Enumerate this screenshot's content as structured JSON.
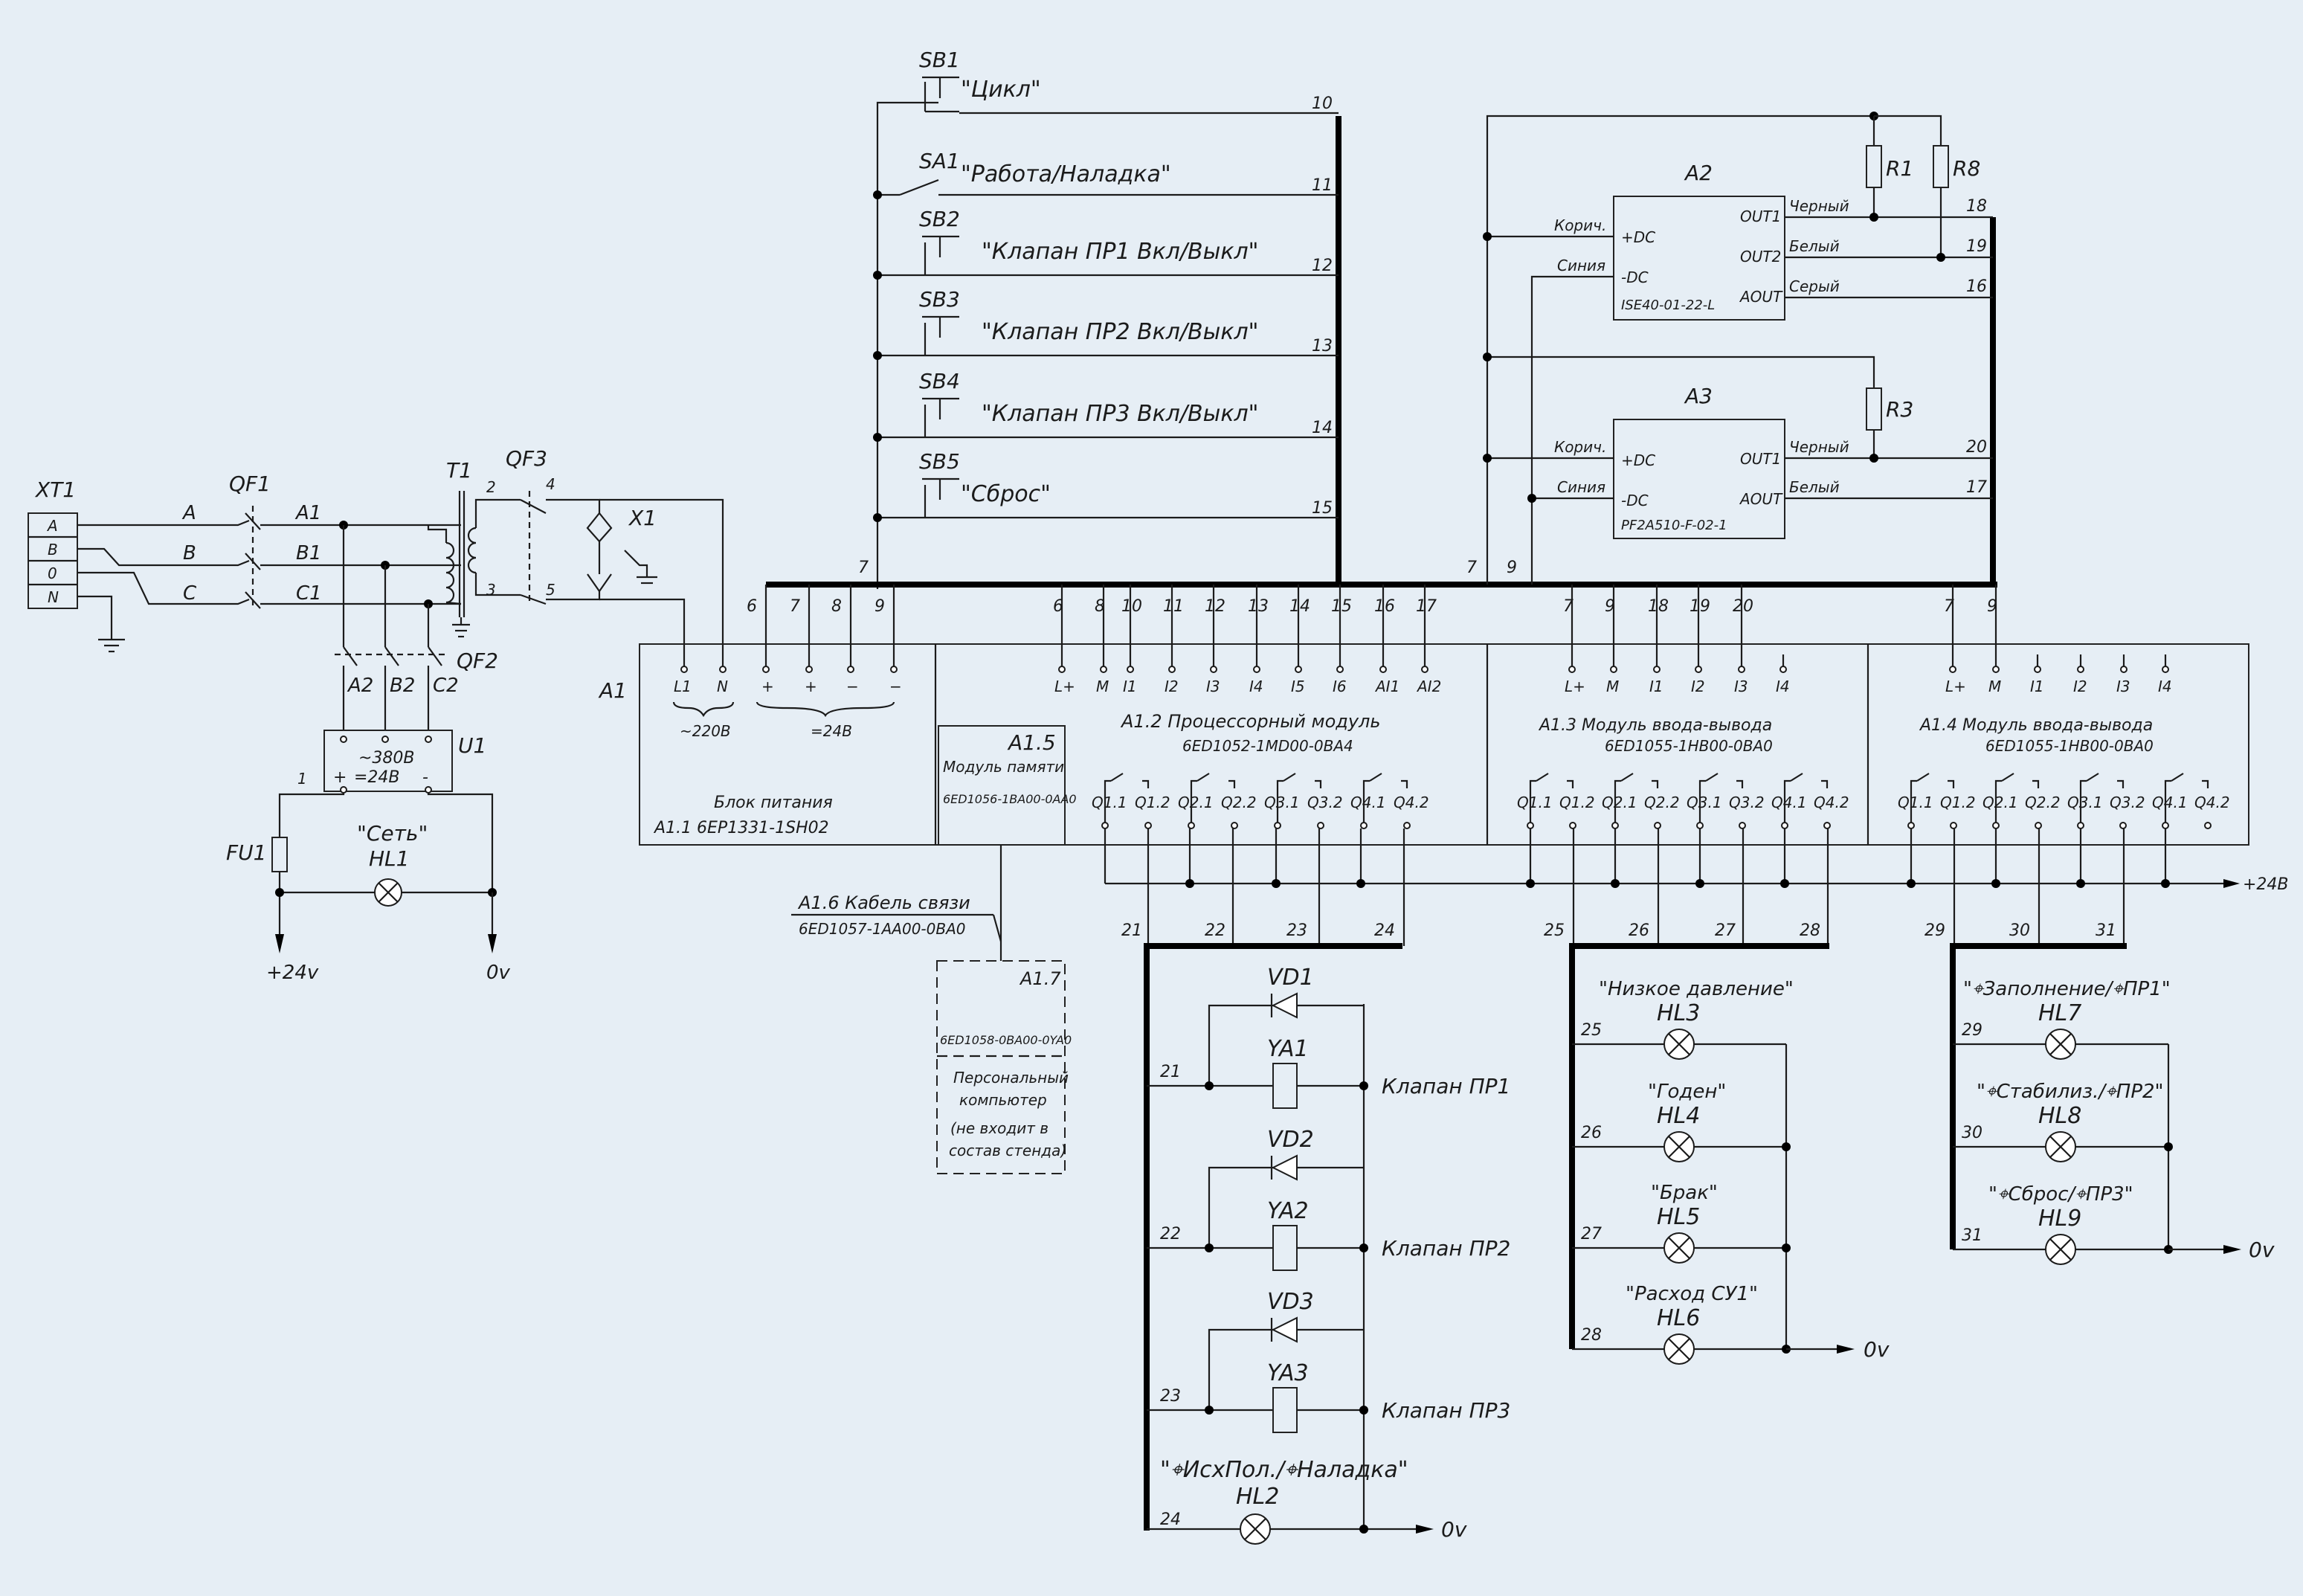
{
  "colors": {
    "background": "#e6eef5",
    "line": "#1b1b1b"
  },
  "left": {
    "xt1": "XT1",
    "terminals": [
      "A",
      "B",
      "0",
      "N"
    ],
    "qf1": "QF1",
    "phases_in": [
      "A",
      "B",
      "C"
    ],
    "phases_out": [
      "A1",
      "B1",
      "C1"
    ],
    "t1": "T1",
    "qf3": "QF3",
    "qf3_pins": [
      "2",
      "4",
      "3",
      "5"
    ],
    "x1": "X1",
    "qf2": "QF2",
    "qf2_out": [
      "A2",
      "B2",
      "C2"
    ],
    "u1": "U1",
    "u1_in": "~380В",
    "u1_out": "=24В",
    "u1_plus": "+",
    "u1_minus": "-",
    "pin1": "1",
    "fu1": "FU1",
    "hl1_label": "\"Сеть\"",
    "hl1": "HL1",
    "p24": "+24v",
    "v0": "0v"
  },
  "a1": {
    "label": "A1",
    "ps": {
      "pins": [
        "L1",
        "N",
        "+",
        "+",
        "−",
        "−"
      ],
      "ac": "~220В",
      "dc": "=24В",
      "title": "Блок питания",
      "code": "A1.1   6EP1331-1SH02",
      "nums": [
        "6",
        "7",
        "8",
        "9"
      ]
    },
    "mem": {
      "label": "A1.5",
      "title": "Модуль памяти",
      "code": "6ED1056-1BA00-0AA0"
    },
    "cpu": {
      "nums": [
        "6",
        "8",
        "10",
        "11",
        "12",
        "13",
        "14",
        "15",
        "16",
        "17"
      ],
      "pins": [
        "L+",
        "M",
        "I1",
        "I2",
        "I3",
        "I4",
        "I5",
        "I6",
        "AI1",
        "AI2"
      ],
      "title": "A1.2  Процессорный модуль",
      "code": "6ED1052-1MD00-0BA4",
      "outs": [
        "Q1.1",
        "Q1.2",
        "Q2.1",
        "Q2.2",
        "Q3.1",
        "Q3.2",
        "Q4.1",
        "Q4.2"
      ]
    },
    "io1": {
      "nums": [
        "7",
        "9",
        "18",
        "19",
        "20"
      ],
      "pins": [
        "L+",
        "M",
        "I1",
        "I2",
        "I3",
        "I4"
      ],
      "title": "A1.3  Модуль ввода-вывода",
      "code": "6ED1055-1HB00-0BA0",
      "outs": [
        "Q1.1",
        "Q1.2",
        "Q2.1",
        "Q2.2",
        "Q3.1",
        "Q3.2",
        "Q4.1",
        "Q4.2"
      ]
    },
    "io2": {
      "nums": [
        "7",
        "9"
      ],
      "pins": [
        "L+",
        "M",
        "I1",
        "I2",
        "I3",
        "I4"
      ],
      "title": "A1.4  Модуль ввода-вывода",
      "code": "6ED1055-1HB00-0BA0",
      "outs": [
        "Q1.1",
        "Q1.2",
        "Q2.1",
        "Q2.2",
        "Q3.1",
        "Q3.2",
        "Q4.1",
        "Q4.2"
      ]
    }
  },
  "buttons": [
    {
      "id": "SB1",
      "text": "\"Цикл\"",
      "wire": "10"
    },
    {
      "id": "SA1",
      "text": "\"Работа/Наладка\"",
      "wire": "11"
    },
    {
      "id": "SB2",
      "text": "\"Клапан ПР1 Вкл/Выкл\"",
      "wire": "12"
    },
    {
      "id": "SB3",
      "text": "\"Клапан ПР2 Вкл/Выкл\"",
      "wire": "13"
    },
    {
      "id": "SB4",
      "text": "\"Клапан ПР3 Вкл/Выкл\"",
      "wire": "14"
    },
    {
      "id": "SB5",
      "text": "\"Сброс\"",
      "wire": "15"
    }
  ],
  "bus_nums": {
    "n7a": "7",
    "n7b": "7",
    "n9": "9"
  },
  "sensors": {
    "a2": {
      "label": "A2",
      "code": "ISE40-01-22-L",
      "pdc": "+DC",
      "mdc": "-DC",
      "outs": [
        "OUT1",
        "OUT2",
        "AOUT"
      ],
      "colors_in": [
        "Корич.",
        "Синия"
      ],
      "colors_out": [
        "Черный",
        "Белый",
        "Серый"
      ],
      "wires": [
        "18",
        "19",
        "16"
      ]
    },
    "a3": {
      "label": "A3",
      "code": "PF2A510-F-02-1",
      "pdc": "+DC",
      "mdc": "-DC",
      "outs": [
        "OUT1",
        "AOUT"
      ],
      "colors_in": [
        "Корич.",
        "Синия"
      ],
      "colors_out": [
        "Черный",
        "Белый"
      ],
      "wires": [
        "20",
        "17"
      ]
    },
    "r1": "R1",
    "r8": "R8",
    "r3": "R3"
  },
  "cable": {
    "label": "A1.6  Кабель связи",
    "code": "6ED1057-1AA00-0BA0"
  },
  "pc": {
    "label": "A1.7",
    "code": "6ED1058-0BA00-0YA0",
    "l1": "Персональный",
    "l2": "компьютер",
    "l3": "(не входит в",
    "l4": "состав стенда)"
  },
  "plus24": "+24В",
  "valves": {
    "wires_top": [
      "21",
      "22",
      "23",
      "24"
    ],
    "items": [
      {
        "vd": "VD1",
        "ya": "YA1",
        "wire": "21",
        "name": "Клапан ПР1"
      },
      {
        "vd": "VD2",
        "ya": "YA2",
        "wire": "22",
        "name": "Клапан ПР2"
      },
      {
        "vd": "VD3",
        "ya": "YA3",
        "wire": "23",
        "name": "Клапан ПР3"
      }
    ],
    "hl2_label": "\"⌖ИсхПол./⌖Наладка\"",
    "hl2": "HL2",
    "hl2_wire": "24",
    "v0": "0v"
  },
  "lamps1": {
    "wires_top": [
      "25",
      "26",
      "27",
      "28"
    ],
    "items": [
      {
        "text": "\"Низкое давление\"",
        "hl": "HL3",
        "wire": "25"
      },
      {
        "text": "\"Годен\"",
        "hl": "HL4",
        "wire": "26"
      },
      {
        "text": "\"Брак\"",
        "hl": "HL5",
        "wire": "27"
      },
      {
        "text": "\"Расход СУ1\"",
        "hl": "HL6",
        "wire": "28"
      }
    ],
    "v0": "0v"
  },
  "lamps2": {
    "wires_top": [
      "29",
      "30",
      "31"
    ],
    "items": [
      {
        "text": "\"⌖Заполнение/⌖ПР1\"",
        "hl": "HL7",
        "wire": "29"
      },
      {
        "text": "\"⌖Стабилиз./⌖ПР2\"",
        "hl": "HL8",
        "wire": "30"
      },
      {
        "text": "\"⌖Сброс/⌖ПР3\"",
        "hl": "HL9",
        "wire": "31"
      }
    ],
    "v0": "0v"
  }
}
